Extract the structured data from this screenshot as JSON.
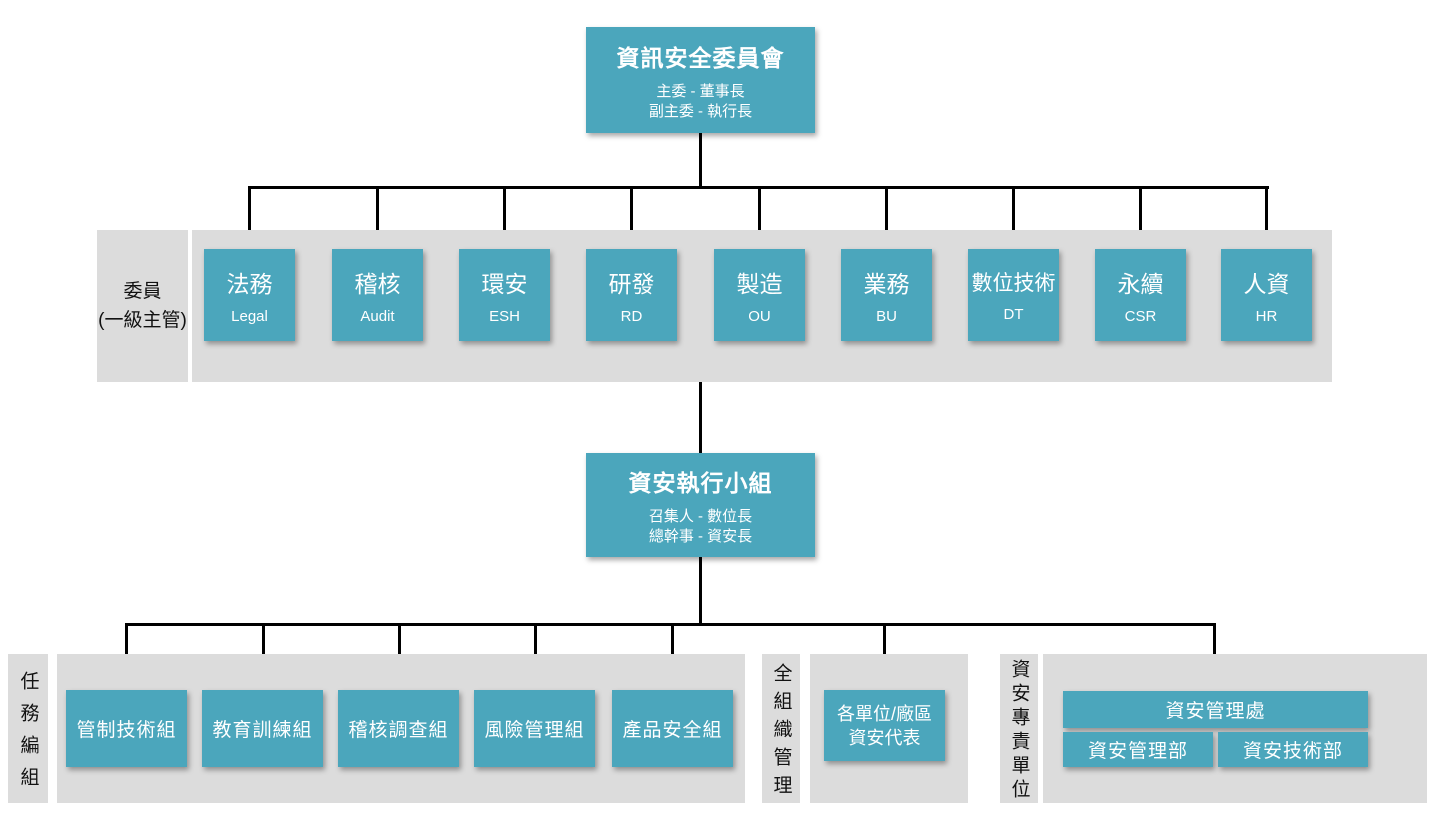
{
  "colors": {
    "teal": "#4ba6bc",
    "band_gray": "#dcdcdc",
    "line_black": "#000000",
    "box_text_white": "#ffffff",
    "label_text_black": "#111111"
  },
  "committee": {
    "title": "資訊安全委員會",
    "subtitle": [
      "主委 - 董事長",
      "副主委 - 執行長"
    ]
  },
  "members_section": {
    "label_line1": "委員",
    "label_line2": "(一級主管)",
    "members": [
      {
        "zh": "法務",
        "en": "Legal"
      },
      {
        "zh": "稽核",
        "en": "Audit"
      },
      {
        "zh": "環安",
        "en": "ESH"
      },
      {
        "zh": "研發",
        "en": "RD"
      },
      {
        "zh": "製造",
        "en": "OU"
      },
      {
        "zh": "業務",
        "en": "BU"
      },
      {
        "zh": "數位技術",
        "en": "DT"
      },
      {
        "zh": "永續",
        "en": "CSR"
      },
      {
        "zh": "人資",
        "en": "HR"
      }
    ]
  },
  "executive": {
    "title": "資安執行小組",
    "subtitle": [
      "召集人 - 數位長",
      "總幹事 - 資安長"
    ]
  },
  "task_section": {
    "label": "任務編組",
    "teams": [
      "管制技術組",
      "教育訓練組",
      "稽核調查組",
      "風險管理組",
      "產品安全組"
    ]
  },
  "org_section": {
    "label": "全組織管理",
    "rep_line1": "各單位/廠區",
    "rep_line2": "資安代表"
  },
  "dedicated_section": {
    "label": "資安專責單位",
    "division": "資安管理處",
    "departments": [
      "資安管理部",
      "資安技術部"
    ]
  }
}
